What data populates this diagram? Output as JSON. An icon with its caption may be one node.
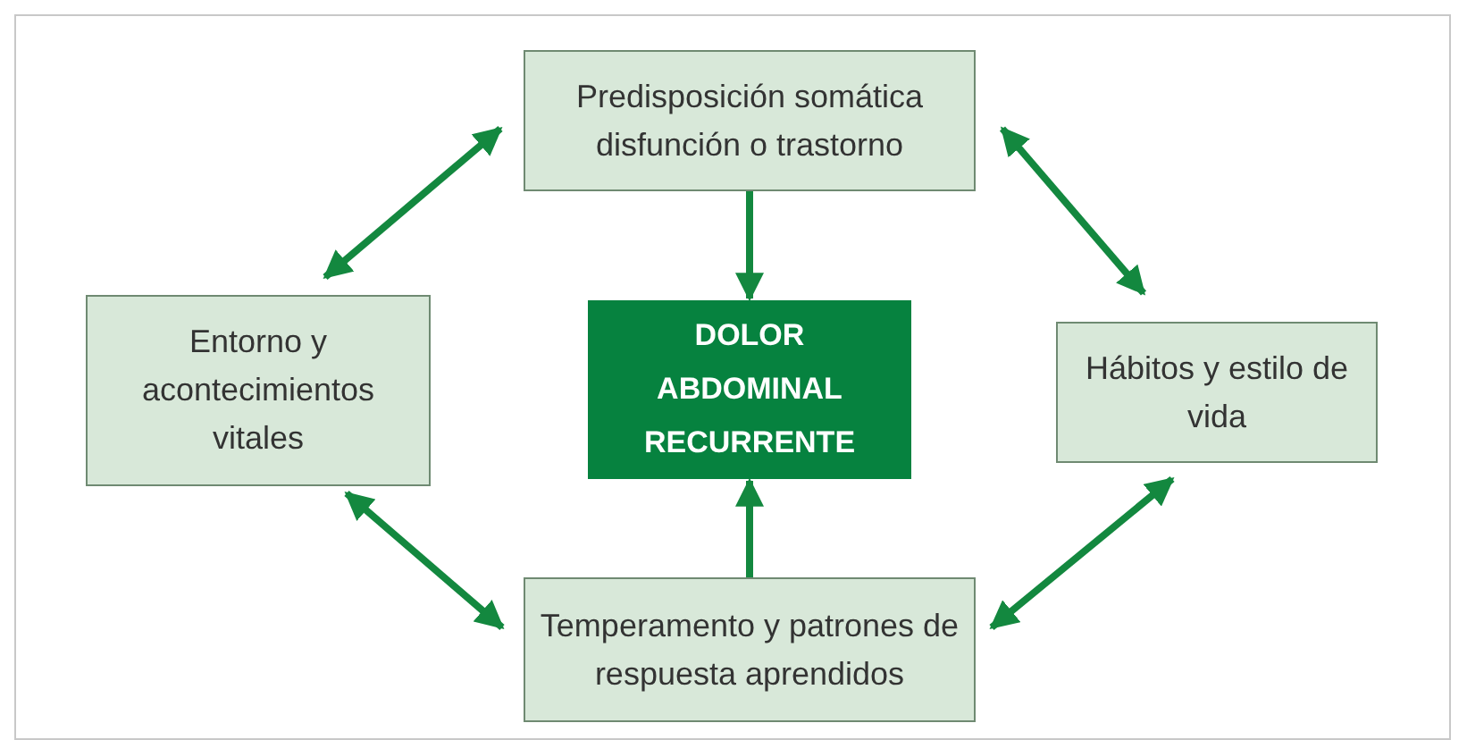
{
  "diagram": {
    "nodes": [
      {
        "text": [
          "Predisposición somática disfunción o trastorno"
        ]
      },
      {
        "text": [
          "Entorno y acontecimientos vitales"
        ]
      },
      {
        "text": [
          "DOLOR ABDOMINAL RECURRENTE"
        ]
      },
      {
        "text": [
          "Hábitos y estilo de vida"
        ]
      },
      {
        "text": [
          "Temperamento y patrones de respuesta aprendidos"
        ]
      }
    ],
    "edges": [
      {
        "from": 0,
        "to": 2,
        "arrow": "to"
      },
      {
        "from": 4,
        "to": 2,
        "arrow": "to"
      },
      {
        "from": 0,
        "to": 1,
        "arrow": "both"
      },
      {
        "from": 0,
        "to": 3,
        "arrow": "both"
      },
      {
        "from": 1,
        "to": 4,
        "arrow": "both"
      },
      {
        "from": 3,
        "to": 4,
        "arrow": "both"
      }
    ]
  }
}
